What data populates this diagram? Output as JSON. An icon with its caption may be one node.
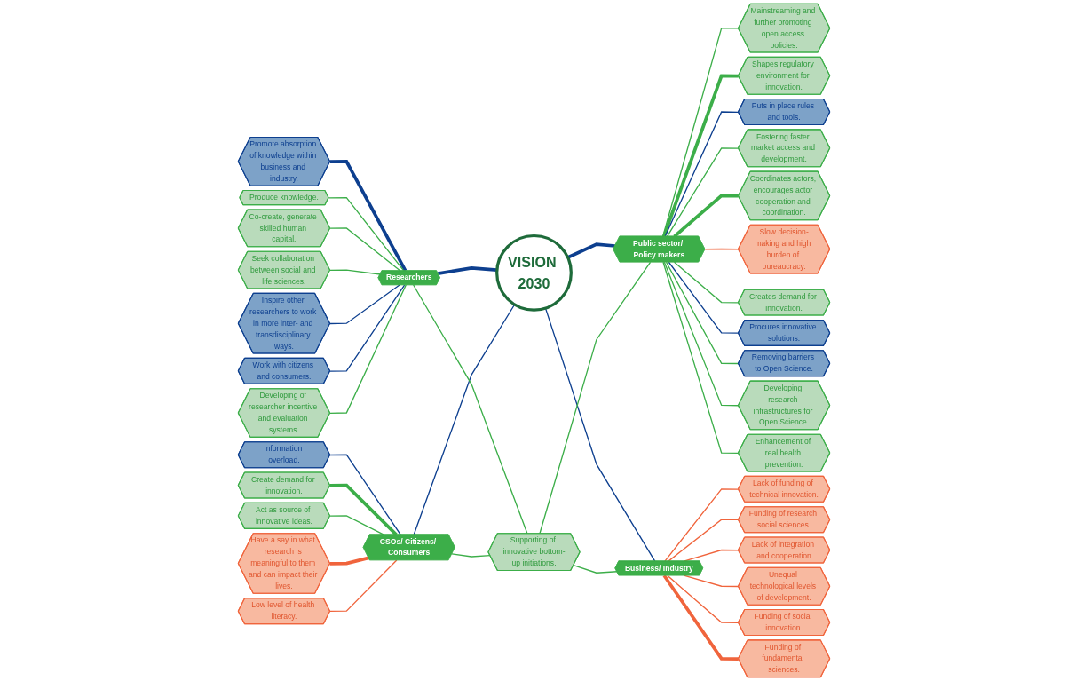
{
  "diagram": {
    "nodes": [
      {
        "text": [
          "VISION 2030"
        ]
      },
      {
        "text": [
          "Researchers"
        ]
      },
      {
        "text": [
          "Public sector/ Policy makers"
        ]
      },
      {
        "text": [
          "CSOs/ Citizens/ Consumers"
        ]
      },
      {
        "text": [
          "Business/ Industry"
        ]
      },
      {
        "text": [
          "Promote absorption of knowledge within business and industry."
        ]
      },
      {
        "text": [
          "Produce knowledge."
        ]
      },
      {
        "text": [
          "Co-create, generate skilled human capital."
        ]
      },
      {
        "text": [
          "Seek collaboration between social and life sciences."
        ]
      },
      {
        "text": [
          "Inspire other researchers to work in more inter- and transdisciplinary ways."
        ]
      },
      {
        "text": [
          "Work with citizens and consumers."
        ]
      },
      {
        "text": [
          "Developing of researcher incentive and evaluation systems."
        ]
      },
      {
        "text": [
          "Mainstreaming and further promoting open access policies."
        ]
      },
      {
        "text": [
          "Shapes regulatory environment for innovation."
        ]
      },
      {
        "text": [
          "Puts in place rules and tools."
        ]
      },
      {
        "text": [
          "Fostering faster market access and development."
        ]
      },
      {
        "text": [
          "Coordinates actors, encourages actor cooperation and coordination."
        ]
      },
      {
        "text": [
          "Slow decision-making and high burden of bureaucracy."
        ]
      },
      {
        "text": [
          "Creates demand for innovation."
        ]
      },
      {
        "text": [
          "Procures innovative solutions."
        ]
      },
      {
        "text": [
          "Removing barriers to Open Science."
        ]
      },
      {
        "text": [
          "Developing research infrastructures for Open Science."
        ]
      },
      {
        "text": [
          "Enhancement of real health prevention."
        ]
      },
      {
        "text": [
          "Information overload."
        ]
      },
      {
        "text": [
          "Create demand for innovation."
        ]
      },
      {
        "text": [
          "Act as source of innovative ideas."
        ]
      },
      {
        "text": [
          "Have a say in what research is meaningful to them and can impact their lives."
        ]
      },
      {
        "text": [
          "Low level of health literacy."
        ]
      },
      {
        "text": [
          "Supporting of innovative bottom-up initiations."
        ]
      },
      {
        "text": [
          "Lack of funding of technical innovation."
        ]
      },
      {
        "text": [
          "Funding of research social sciences."
        ]
      },
      {
        "text": [
          "Lack of integration and cooperation"
        ]
      },
      {
        "text": [
          "Unequal technological levels of development."
        ]
      },
      {
        "text": [
          "Funding of social innovation."
        ]
      },
      {
        "text": [
          "Funding of fundamental sciences."
        ]
      }
    ],
    "edges": [
      {
        "from": 1,
        "to": 0,
        "arrow": "none",
        "style": "thick",
        "color": "#0d3f8f"
      },
      {
        "from": 0,
        "to": 2,
        "arrow": "none",
        "style": "thick",
        "color": "#0d3f8f"
      },
      {
        "from": 3,
        "to": 0,
        "arrow": "none",
        "color": "#0d3f8f"
      },
      {
        "from": 0,
        "to": 4,
        "arrow": "none",
        "color": "#0d3f8f"
      },
      {
        "from": 5,
        "to": 1,
        "arrow": "none",
        "style": "thick",
        "color": "#0d3f8f"
      },
      {
        "from": 6,
        "to": 1,
        "arrow": "none"
      },
      {
        "from": 7,
        "to": 1,
        "arrow": "none"
      },
      {
        "from": 8,
        "to": 1,
        "arrow": "none"
      },
      {
        "from": 9,
        "to": 1,
        "arrow": "none",
        "color": "#0d3f8f"
      },
      {
        "from": 10,
        "to": 1,
        "arrow": "none",
        "color": "#0d3f8f"
      },
      {
        "from": 11,
        "to": 1,
        "arrow": "none"
      },
      {
        "from": 1,
        "to": 28,
        "arrow": "none"
      },
      {
        "from": 2,
        "to": 12,
        "arrow": "none"
      },
      {
        "from": 2,
        "to": 13,
        "arrow": "none",
        "style": "thick"
      },
      {
        "from": 2,
        "to": 14,
        "arrow": "none",
        "color": "#0d3f8f"
      },
      {
        "from": 2,
        "to": 15,
        "arrow": "none"
      },
      {
        "from": 2,
        "to": 16,
        "arrow": "none",
        "style": "thick"
      },
      {
        "from": 2,
        "to": 17,
        "arrow": "none",
        "color": "#f0643c"
      },
      {
        "from": 2,
        "to": 18,
        "arrow": "none"
      },
      {
        "from": 2,
        "to": 19,
        "arrow": "none",
        "color": "#0d3f8f"
      },
      {
        "from": 2,
        "to": 20,
        "arrow": "none"
      },
      {
        "from": 2,
        "to": 21,
        "arrow": "none"
      },
      {
        "from": 2,
        "to": 22,
        "arrow": "none"
      },
      {
        "from": 28,
        "to": 2,
        "arrow": "none"
      },
      {
        "from": 23,
        "to": 3,
        "arrow": "none",
        "color": "#0d3f8f"
      },
      {
        "from": 24,
        "to": 3,
        "arrow": "none",
        "style": "thick"
      },
      {
        "from": 25,
        "to": 3,
        "arrow": "none"
      },
      {
        "from": 26,
        "to": 3,
        "arrow": "none",
        "style": "thick",
        "color": "#f0643c"
      },
      {
        "from": 27,
        "to": 3,
        "arrow": "none",
        "color": "#f0643c"
      },
      {
        "from": 3,
        "to": 28,
        "arrow": "none"
      },
      {
        "from": 28,
        "to": 4,
        "arrow": "none"
      },
      {
        "from": 4,
        "to": 29,
        "arrow": "none",
        "color": "#f0643c"
      },
      {
        "from": 4,
        "to": 30,
        "arrow": "none",
        "color": "#f0643c"
      },
      {
        "from": 4,
        "to": 31,
        "arrow": "none",
        "color": "#f0643c"
      },
      {
        "from": 4,
        "to": 32,
        "arrow": "none",
        "color": "#f0643c"
      },
      {
        "from": 4,
        "to": 33,
        "arrow": "none",
        "color": "#f0643c"
      },
      {
        "from": 4,
        "to": 34,
        "arrow": "none",
        "style": "thick",
        "color": "#f0643c"
      }
    ]
  }
}
